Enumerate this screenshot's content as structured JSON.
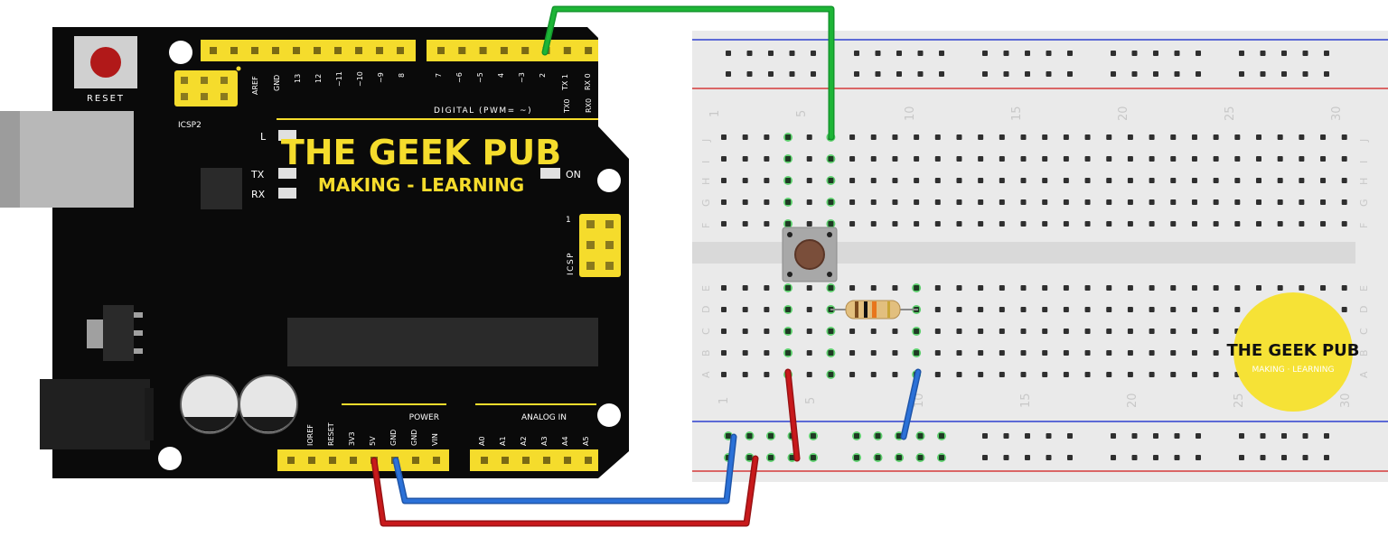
{
  "arduino": {
    "reset_label": "RESET",
    "icsp2_label": "ICSP2",
    "icsp_label": "ICSP",
    "icsp_pin1": "1",
    "led_l": "L",
    "led_tx": "TX",
    "led_rx": "RX",
    "led_on": "ON",
    "digital_label": "DIGITAL (PWM= ~)",
    "power_label": "POWER",
    "analog_label": "ANALOG IN",
    "brand_title": "THE GEEK PUB",
    "brand_subtitle": "MAKING - LEARNING",
    "top_header_labels": [
      "AREF",
      "GND",
      "13",
      "12",
      "~11",
      "~10",
      "~9",
      "8",
      "7",
      "~6",
      "~5",
      "4",
      "~3",
      "2",
      "TX 1",
      "RX 0"
    ],
    "tx0": "TX0",
    "rx0": "RX0",
    "power_pins": [
      "IOREF",
      "RESET",
      "3V3",
      "5V",
      "GND",
      "GND",
      "VIN"
    ],
    "analog_pins": [
      "A0",
      "A1",
      "A2",
      "A3",
      "A4",
      "A5"
    ]
  },
  "breadboard": {
    "column_numbers": [
      "1",
      "5",
      "10",
      "15",
      "20",
      "25",
      "30"
    ],
    "rows_top": [
      "J",
      "I",
      "H",
      "G",
      "F"
    ],
    "rows_bottom": [
      "E",
      "D",
      "C",
      "B",
      "A"
    ]
  },
  "logo": {
    "title": "THE GEEK PUB",
    "subtitle": "MAKING · LEARNING"
  },
  "colors": {
    "board": "#0a0a0a",
    "header_yellow": "#f5dc2c",
    "breadboard": "#eaeaea",
    "wire_green": "#1db536",
    "wire_red": "#c8191b",
    "wire_blue": "#2b71d8",
    "rail_red": "#d43a3a",
    "rail_blue": "#2e3fd0",
    "logo_yellow": "#f6e236"
  }
}
